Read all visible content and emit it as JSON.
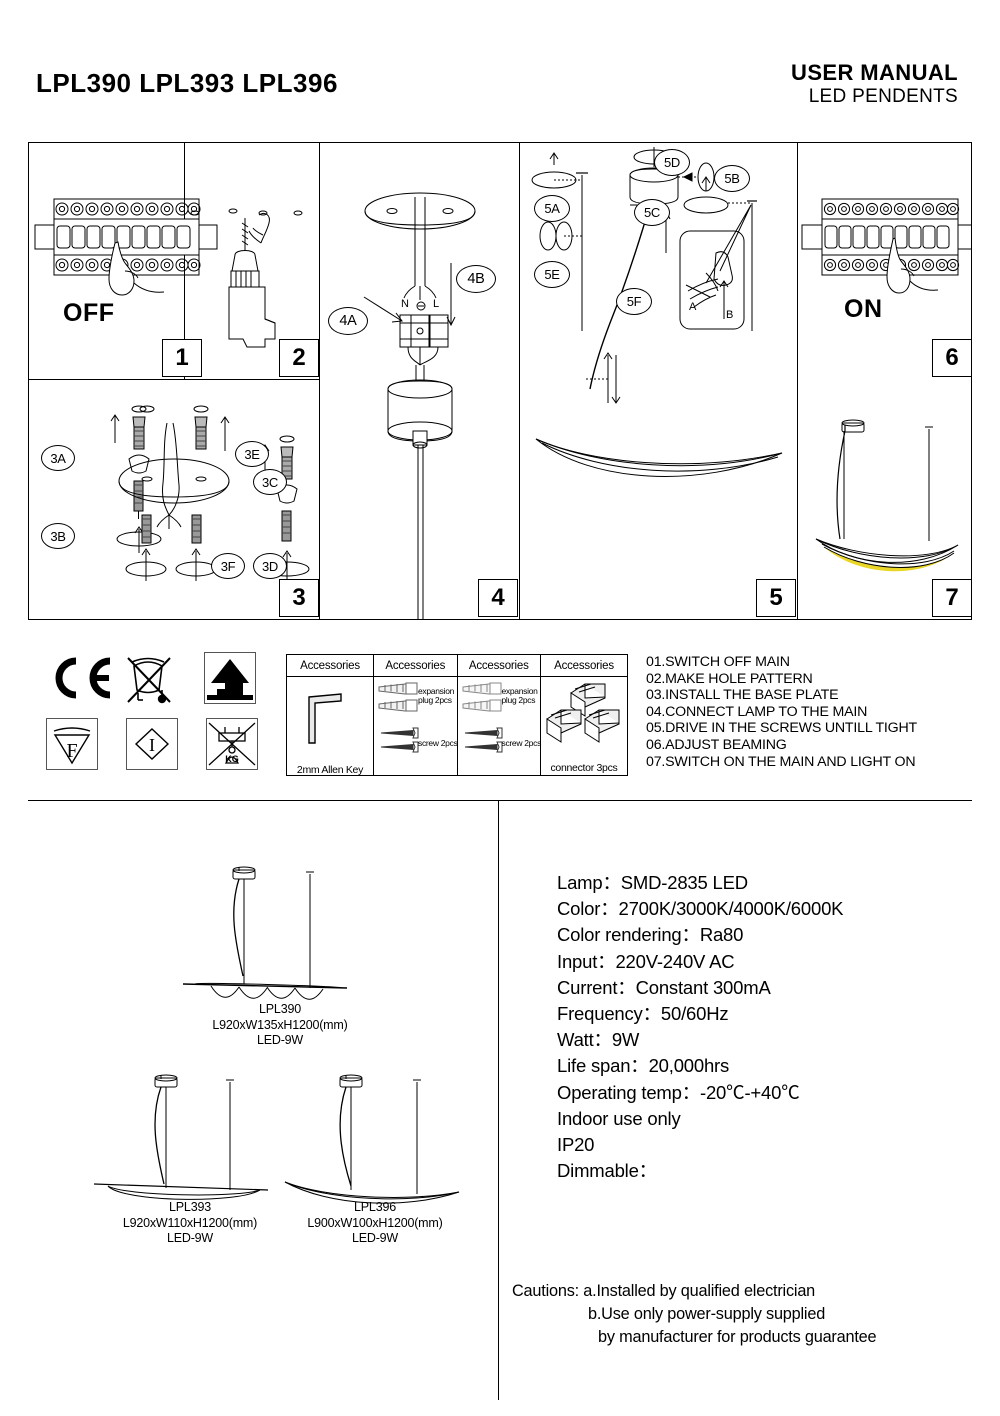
{
  "header": {
    "models": "LPL390 LPL393 LPL396",
    "title": "USER MANUAL",
    "subtitle": "LED PENDENTS"
  },
  "steps_panels": [
    {
      "number": "1",
      "label_off": "OFF"
    },
    {
      "number": "2"
    },
    {
      "number": "3",
      "callouts": [
        "3A",
        "3B",
        "3C",
        "3D",
        "3E",
        "3F"
      ]
    },
    {
      "number": "4",
      "callouts": [
        "4A",
        "4B"
      ],
      "terminals": [
        "N",
        "L"
      ]
    },
    {
      "number": "5",
      "callouts": [
        "5A",
        "5B",
        "5C",
        "5D",
        "5E",
        "5F"
      ],
      "hand_labels": [
        "A",
        "B"
      ]
    },
    {
      "number": "6",
      "label_on": "ON"
    },
    {
      "number": "7"
    }
  ],
  "accessories": {
    "header_label": "Accessories",
    "columns": [
      {
        "caption": "2mm Allen Key",
        "items": []
      },
      {
        "caption": "",
        "items": [
          "expansion plug 2pcs",
          "screw 2pcs"
        ]
      },
      {
        "caption": "",
        "items": [
          "expansion plug 2pcs",
          "screw 2pcs"
        ]
      },
      {
        "caption": "connector 3pcs",
        "items": []
      }
    ],
    "expansion_line1": "expansion",
    "expansion_line2": "plug 2pcs",
    "screw_label": "screw 2pcs"
  },
  "certifications": [
    {
      "name": "ce-mark",
      "text": "CE"
    },
    {
      "name": "weee-bin-icon",
      "text": ""
    },
    {
      "name": "indoor-mounting-icon",
      "text": ""
    },
    {
      "name": "f-mark-icon",
      "text": "F"
    },
    {
      "name": "class-i-icon",
      "text": "I"
    },
    {
      "name": "no-weight-icon",
      "text": "KG"
    }
  ],
  "instructions": [
    "01.SWITCH OFF MAIN",
    "02.MAKE HOLE PATTERN",
    "03.INSTALL THE BASE PLATE",
    "04.CONNECT LAMP TO THE MAIN",
    "05.DRIVE IN THE SCREWS UNTILL TIGHT",
    "06.ADJUST BEAMING",
    "07.SWITCH ON THE MAIN AND LIGHT ON"
  ],
  "products": [
    {
      "model": "LPL390",
      "dimensions": "L920xW135xH1200(mm)",
      "lamp": "LED-9W"
    },
    {
      "model": "LPL393",
      "dimensions": "L920xW110xH1200(mm)",
      "lamp": "LED-9W"
    },
    {
      "model": "LPL396",
      "dimensions": "L900xW100xH1200(mm)",
      "lamp": "LED-9W"
    }
  ],
  "specifications": [
    "Lamp：SMD-2835 LED",
    "Color：2700K/3000K/4000K/6000K",
    "Color rendering：Ra80",
    "Input：220V-240V AC",
    "Current：Constant 300mA",
    "Frequency：50/60Hz",
    "Watt：9W",
    "Life span：20,000hrs",
    "Operating temp：-20℃-+40℃",
    "Indoor use only",
    "IP20",
    "Dimmable："
  ],
  "cautions": {
    "line_a": "Cautions: a.Installed by qualified electrician",
    "line_b": "b.Use only power-supply supplied",
    "line_c": "by manufacturer for products guarantee"
  },
  "colors": {
    "line": "#000000",
    "light_glow": "#e8d41a",
    "panel_border": "#000000"
  }
}
